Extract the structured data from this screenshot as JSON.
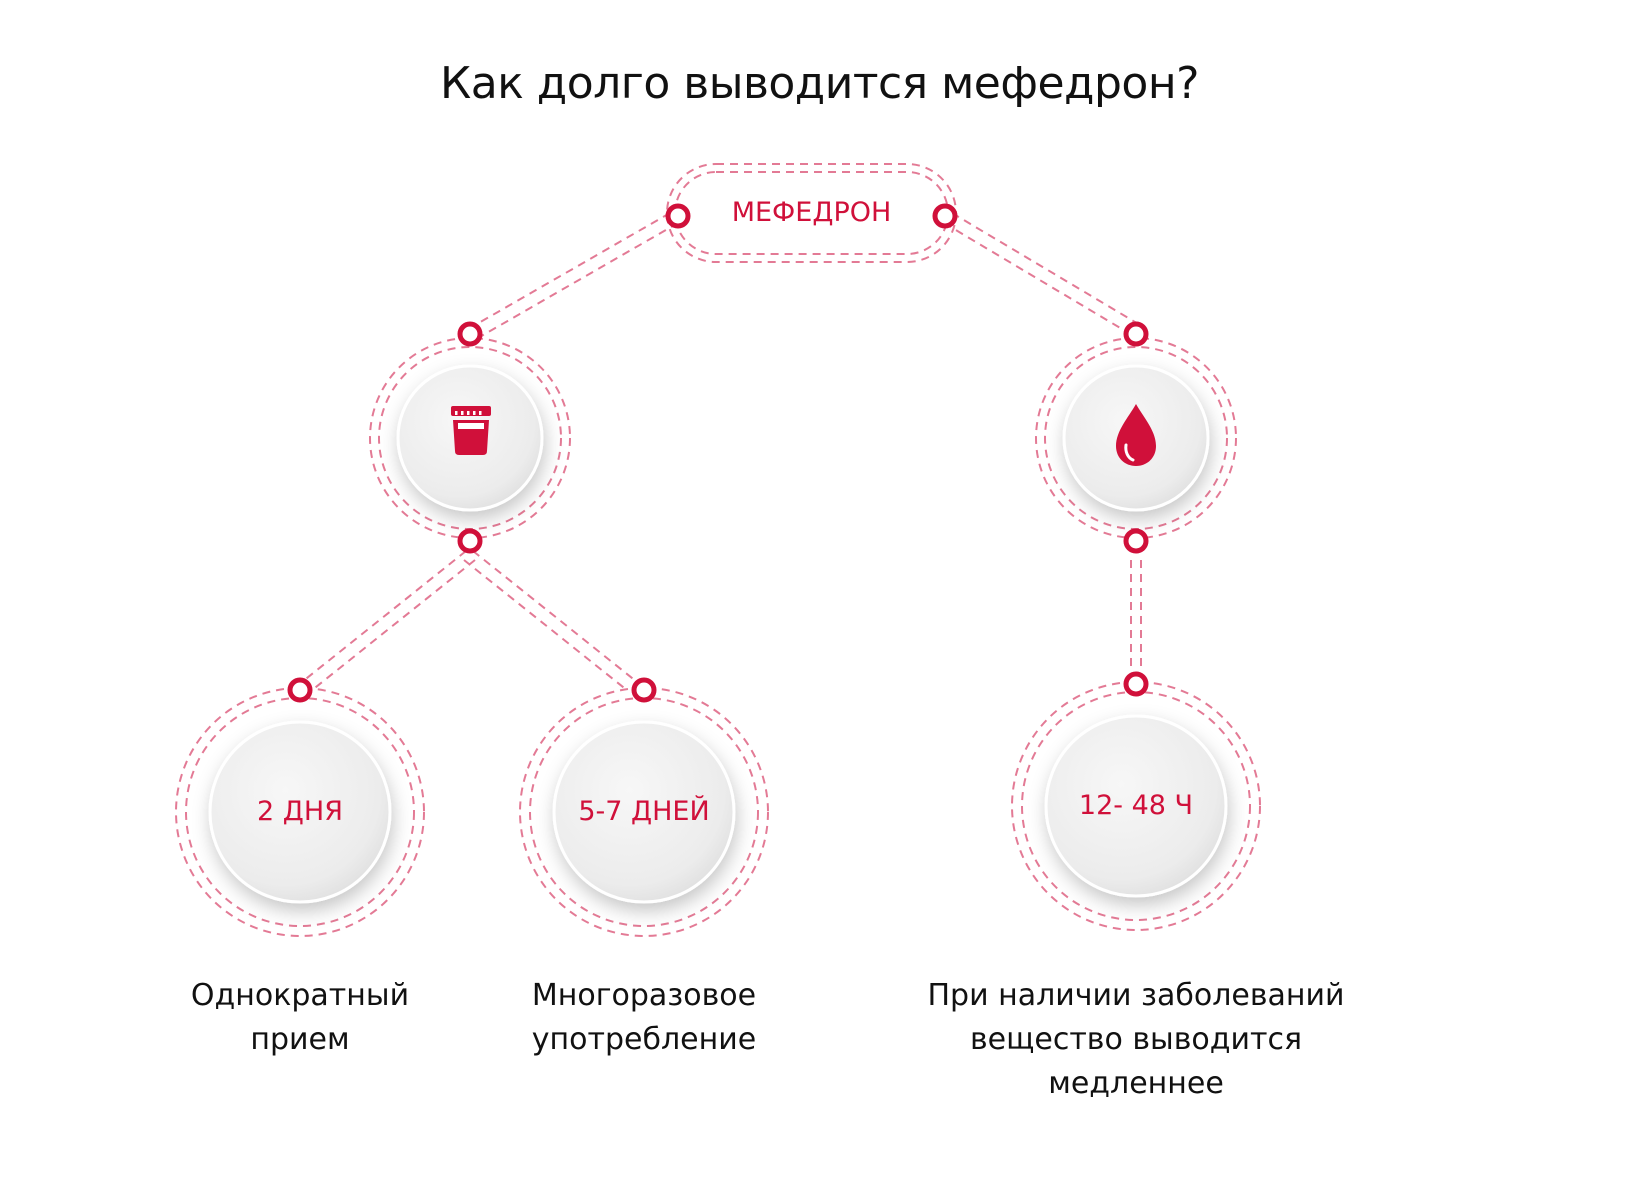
{
  "title": "Как долго выводится мефедрон?",
  "root": {
    "label": "МЕФЕДРОН"
  },
  "branches": [
    {
      "icon": "urine-test-cup-icon"
    },
    {
      "icon": "blood-drop-icon"
    }
  ],
  "leaves": [
    {
      "value": "2 ДНЯ",
      "caption_lines": [
        "Однократный",
        "прием"
      ]
    },
    {
      "value": "5-7 ДНЕЙ",
      "caption_lines": [
        "Многоразовое",
        "употребление"
      ]
    },
    {
      "value": "12- 48 Ч",
      "caption_lines": [
        "При наличии заболеваний",
        "вещество выводится",
        "медленнее"
      ]
    }
  ],
  "colors": {
    "accent": "#d0103a",
    "dash": "#e37a95",
    "circle_fill": "#efefef",
    "text": "#111111"
  }
}
